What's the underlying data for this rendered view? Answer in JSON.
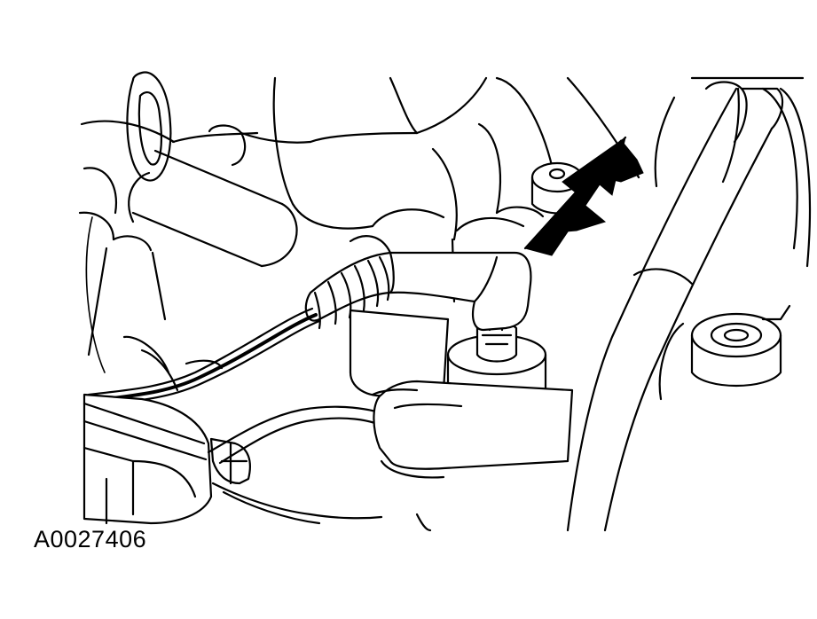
{
  "figure": {
    "id_label": "A0027406"
  },
  "colors": {
    "line": "#000000",
    "background": "#ffffff"
  },
  "components": {
    "pointer": "arrow-pointer",
    "sensor": "oxygen-sensor",
    "connector": "electrical-connector",
    "wiring": "sensor-wire-harness"
  }
}
